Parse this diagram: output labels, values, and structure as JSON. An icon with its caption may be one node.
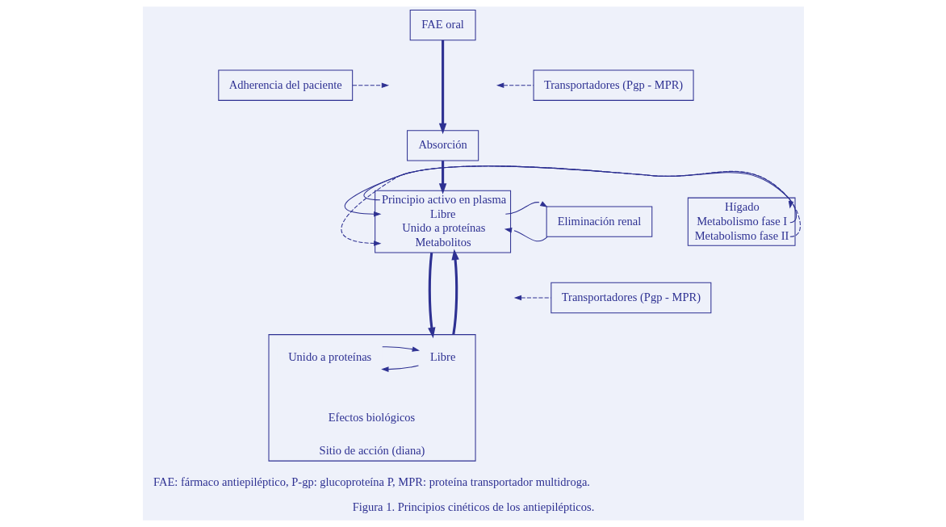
{
  "diagram": {
    "caption": "Figura 1. Principios cinéticos de los antiepilépticos.",
    "nodes": [
      {
        "text": [
          "FAE oral"
        ]
      },
      {
        "text": [
          "Adherencia del paciente"
        ]
      },
      {
        "text": [
          "Transportadores (Pgp - MPR)"
        ]
      },
      {
        "text": [
          "Absorción"
        ]
      },
      {
        "text": [
          "Hígado",
          "Metabolismo fase I",
          "Metabolismo fase II"
        ]
      },
      {
        "text": [
          "Principio activo en plasma",
          "Libre",
          "Unido a proteínas",
          "Metabolitos"
        ]
      },
      {
        "text": [
          "Eliminación renal"
        ]
      },
      {
        "text": [
          "Transportadores (Pgp - MPR)"
        ]
      },
      {
        "text": [
          "Sitio de acción (diana)"
        ]
      },
      {
        "text": [
          "Libre"
        ],
        "in": 8
      },
      {
        "text": [
          "Unido a proteínas"
        ],
        "in": 8
      },
      {
        "text": [
          "Efectos biológicos"
        ],
        "in": 8
      }
    ],
    "edges": [
      {
        "from": 0,
        "to": 3,
        "arrow": "to",
        "style": "thick"
      },
      {
        "from": 1,
        "to": null,
        "arrow": "to",
        "style": "dashed"
      },
      {
        "from": 2,
        "to": null,
        "arrow": "to",
        "style": "dashed"
      },
      {
        "from": 3,
        "to": 5,
        "arrow": "to",
        "style": "thick"
      },
      {
        "from": 5,
        "to": 4,
        "arrow": "to"
      },
      {
        "from": 4,
        "to": 5,
        "arrow": "to"
      },
      {
        "from": 4,
        "to": 5,
        "arrow": "to",
        "style": "dashed"
      },
      {
        "from": 5,
        "to": 6,
        "arrow": "to"
      },
      {
        "from": 6,
        "to": 5,
        "arrow": "to"
      },
      {
        "from": 5,
        "to": 8,
        "arrow": "to",
        "style": "thick"
      },
      {
        "from": 8,
        "to": 5,
        "arrow": "to",
        "style": "thick"
      },
      {
        "from": 7,
        "to": null,
        "arrow": "to",
        "style": "dashed"
      },
      {
        "from": 9,
        "to": 10,
        "arrow": "to"
      },
      {
        "from": 10,
        "to": 9,
        "arrow": "to"
      }
    ],
    "labels": [
      "FAE: fármaco antiepiléptico, P-gp: glucoproteína P, MPR: proteína transportador multidroga."
    ]
  }
}
